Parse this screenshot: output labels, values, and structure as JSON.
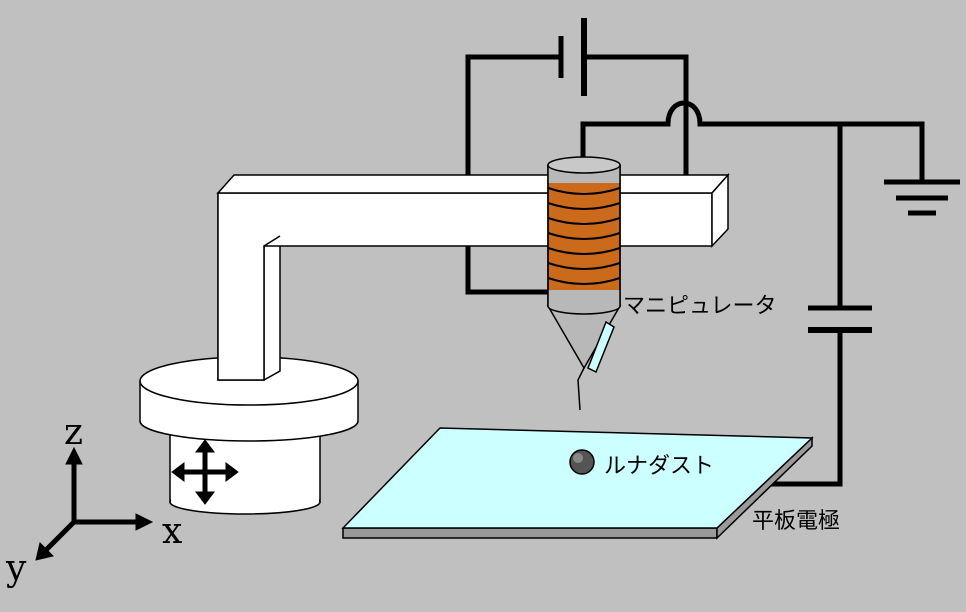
{
  "labels": {
    "manipulator": "マニピュレータ",
    "lunar_dust": "ルナダスト",
    "flat_electrode": "平板電極"
  },
  "axes": {
    "z": "z",
    "x": "x",
    "y": "y"
  },
  "colors": {
    "background": "#c0c0c0",
    "coil": "#cc6a1c",
    "electrode_top": "#ccffff",
    "wire": "#000000",
    "body": "#ffffff"
  }
}
